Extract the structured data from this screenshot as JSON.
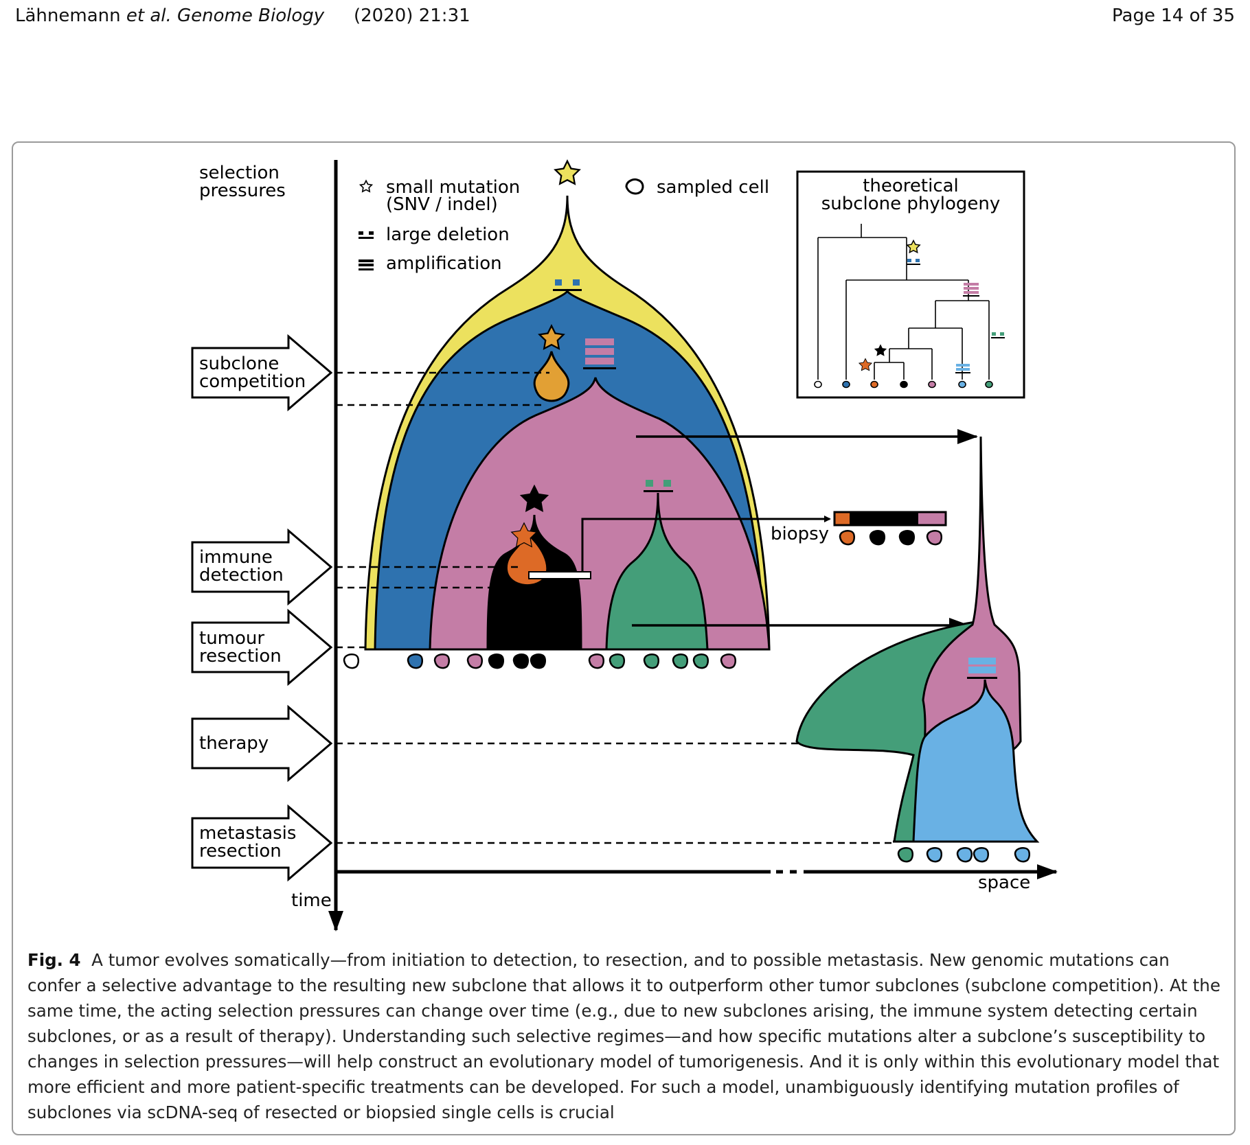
{
  "header": {
    "authors": "Lähnemann",
    "etal": "et al.",
    "journal": "Genome Biology",
    "year": "(2020) 21:31",
    "page": "Page 14 of 35"
  },
  "figure": {
    "pressures_title": [
      "selection",
      "pressures"
    ],
    "pressures": [
      {
        "line1": "subclone",
        "line2": "competition"
      },
      {
        "line1": "immune",
        "line2": "detection"
      },
      {
        "line1": "tumour",
        "line2": "resection"
      },
      {
        "line1": "therapy",
        "line2": ""
      },
      {
        "line1": "metastasis",
        "line2": "resection"
      }
    ],
    "legend": {
      "small_mutation": "small mutation",
      "small_mutation_sub": "(SNV / indel)",
      "large_deletion": "large deletion",
      "amplification": "amplification",
      "sampled_cell": "sampled cell"
    },
    "phylogeny_title": [
      "theoretical",
      "subclone phylogeny"
    ],
    "biopsy_label": "biopsy",
    "time_label": "time",
    "space_label": "space",
    "colors": {
      "yellow": "#ECE15E",
      "blue": "#2E72AF",
      "pink": "#C47DA6",
      "orange_light": "#E2A034",
      "orange": "#DD6A26",
      "black": "#000000",
      "green": "#449E79",
      "lightblue": "#69B1E4"
    }
  },
  "caption": {
    "label": "Fig. 4",
    "text": "A tumor evolves somatically—from initiation to detection, to resection, and to possible metastasis. New genomic mutations can confer a selective advantage to the resulting new subclone that allows it to outperform other tumor subclones (subclone competition). At the same time, the acting selection pressures can change over time (e.g., due to new subclones arising, the immune system detecting certain subclones, or as a result of therapy). Understanding such selective regimes—and how specific mutations alter a subclone’s susceptibility to changes in selection pressures—will help construct an evolutionary model of tumorigenesis. And it is only within this evolutionary model that more efficient and more patient-specific treatments can be developed. For such a model, unambiguously identifying mutation profiles of subclones via scDNA-seq of resected or biopsied single cells is crucial"
  }
}
